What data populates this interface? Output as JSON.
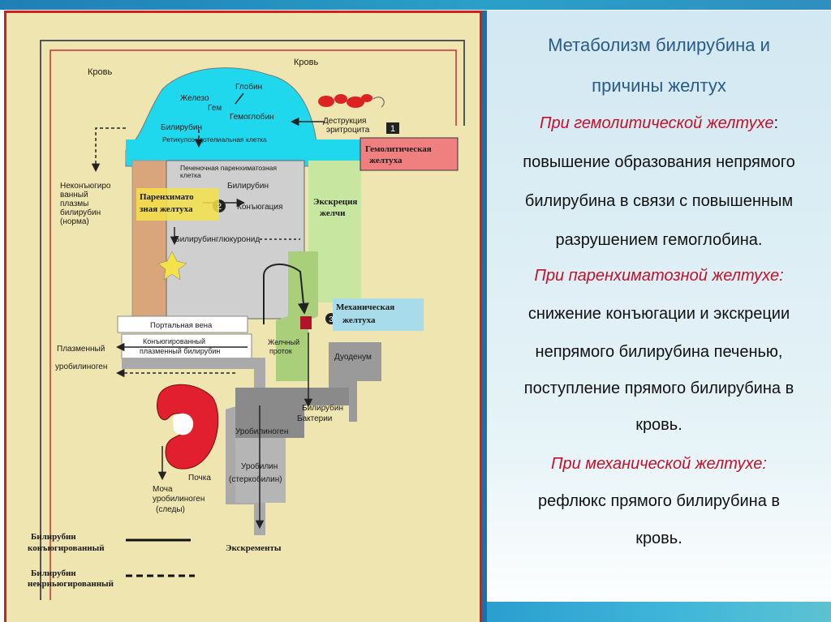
{
  "slide": {
    "title_line1": "Метаболизм билирубина и",
    "title_line2": "причины желтух",
    "hemolytic_heading": "При гемолитической желтухе",
    "hemolytic_colon": ":",
    "hemolytic_text": [
      "повышение образования непрямого",
      "билирубина в связи с повышенным",
      "разрушением гемоглобина."
    ],
    "parenchymal_heading": "При паренхиматозной желтухе:",
    "parenchymal_text": [
      "снижение конъюгации и экскреции",
      "непрямого билирубина печенью,",
      "поступление прямого билирубина в",
      "кровь."
    ],
    "mechanical_heading": "При механической желтухе:",
    "mechanical_text": [
      "рефлюкс  прямого билирубина в",
      "кровь."
    ]
  },
  "diagram": {
    "blood_left": "Кровь",
    "blood_right": "Кровь",
    "globin": "Глобин",
    "iron": "Железо",
    "heme": "Гем",
    "hemoglobin": "Гемоглобин",
    "bilirubin_top": "Билирубин",
    "reticuloendothelial": "Ретикулоэндотелиальная клетка",
    "erythrocyte_destruction_1": "Деструкция",
    "erythrocyte_destruction_2": "эритроцита",
    "hemolytic_box_1": "Гемолитическая",
    "hemolytic_box_2": "желтуха",
    "unconj_plasma_1": "Неконъюгиро",
    "unconj_plasma_2": "ванный",
    "unconj_plasma_3": "плазмы",
    "unconj_plasma_4": "билирубин",
    "unconj_plasma_5": "(норма)",
    "hepatocyte_1": "Печеночная паренхиматозная",
    "hepatocyte_2": "клетка",
    "bilirubin_liver": "Билирубин",
    "conjugation": "Конъюгация",
    "parenchymal_box_1": "Паренхимато",
    "parenchymal_box_2": "зная желтуха",
    "bile_excretion_1": "Экскреция",
    "bile_excretion_2": "желчи",
    "bilirubin_glucuronide": "Билирубинглюкуронид",
    "mechanical_box_1": "Механическая",
    "mechanical_box_2": "желтуха",
    "portal_vein": "Портальная вена",
    "conj_plasma_1": "Конъюгированный",
    "conj_plasma_2": "плазменный билирубин",
    "bile_duct_1": "Желчный",
    "bile_duct_2": "проток",
    "duodenum": "Дуоденум",
    "plasma_urobilinogen_1": "Плазменный",
    "plasma_urobilinogen_2": "уробилиноген",
    "bilirubin_gut": "Билирубин",
    "bacteria": "Бактерии",
    "urobilinogen": "Уробилиноген",
    "urobilin_1": "Уробилин",
    "urobilin_2": "(стеркобилин)",
    "kidney": "Почка",
    "urine_1": "Моча",
    "urine_2": "уробилиноген",
    "urine_3": "(следы)",
    "feces": "Экскременты",
    "legend_conj_1": "Билирубин",
    "legend_conj_2": "конъюгированный",
    "legend_unconj_1": "Билирубин",
    "legend_unconj_2": "некрньюгированный",
    "badge_1": "1",
    "badge_2": "2",
    "badge_3": "3"
  },
  "colors": {
    "accent_red": "#d41f1f",
    "title_blue": "#2a5a86",
    "heading_red": "#c4112b",
    "cyan_cell": "#1fd8ee",
    "liver_grey": "#cfcfcf",
    "orange_tissue": "#d9a57b",
    "green_bile": "#b8d98f",
    "hemolytic_pink": "#f08080",
    "mechanical_blue": "#a8dcea",
    "parenchymal_yellow": "#f3e24a"
  }
}
